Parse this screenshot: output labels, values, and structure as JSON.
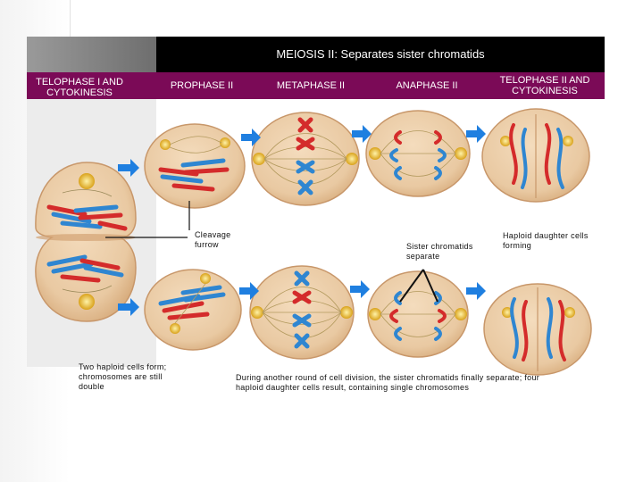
{
  "header": {
    "title": "MEIOSIS II: Separates sister chromatids"
  },
  "stages": [
    {
      "id": "telophase-i",
      "label": "TELOPHASE I AND CYTOKINESIS"
    },
    {
      "id": "prophase-ii",
      "label": "PROPHASE II"
    },
    {
      "id": "metaphase-ii",
      "label": "METAPHASE II"
    },
    {
      "id": "anaphase-ii",
      "label": "ANAPHASE II"
    },
    {
      "id": "telophase-ii",
      "label": "TELOPHASE II AND CYTOKINESIS"
    }
  ],
  "annotations": {
    "cleavage_furrow": "Cleavage furrow",
    "sister_chromatids": "Sister chromatids separate",
    "haploid_forming": "Haploid daughter cells forming",
    "two_haploid": "Two haploid cells form; chromosomes are still double",
    "summary": "During another round of cell division, the sister chromatids finally separate; four haploid daughter cells result, containing single chromosomes"
  },
  "colors": {
    "header_bg": "#000000",
    "stage_row_bg": "#7b0a57",
    "cell_fill": "#e9c9a2",
    "chromosome_red": "#d42b2b",
    "chromosome_blue": "#2f86d1",
    "arrow_blue": "#1f7fe0",
    "centrosome": "#e6b92a"
  }
}
